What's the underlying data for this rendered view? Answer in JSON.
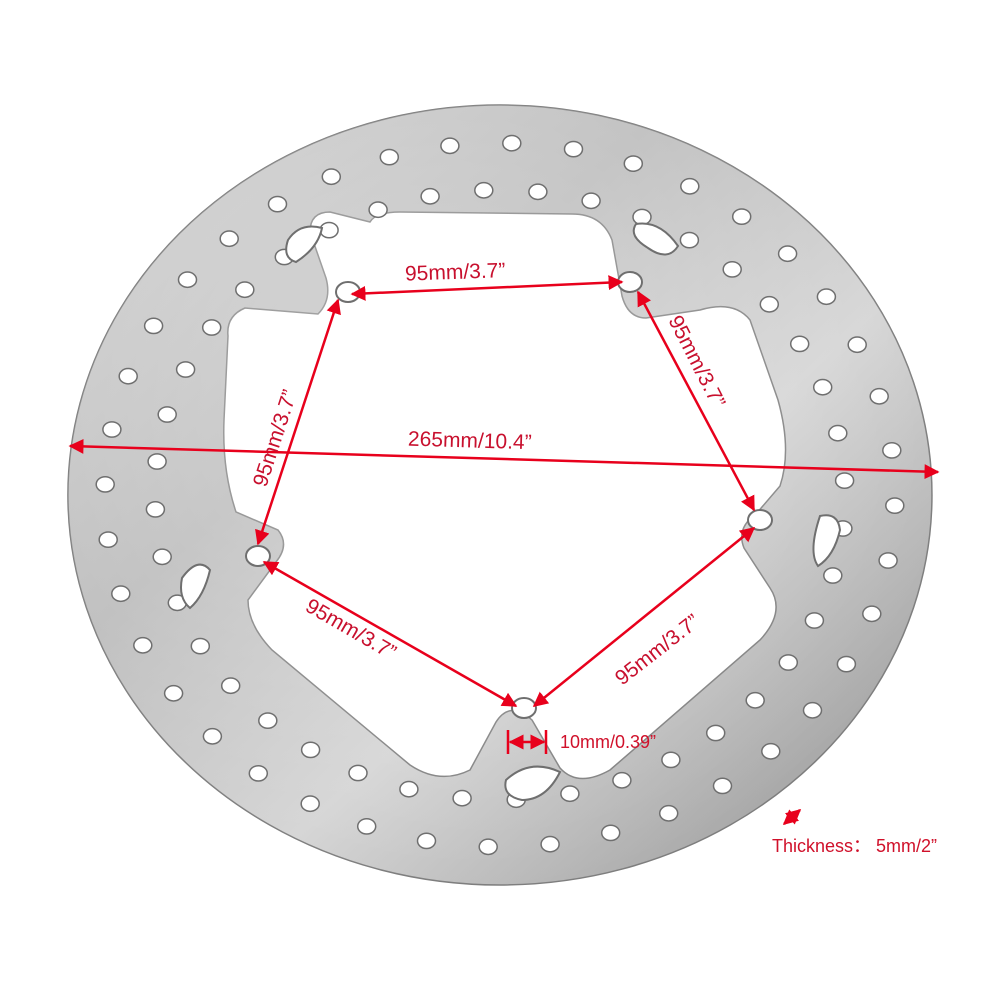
{
  "labels": {
    "pcd_top": "95mm/3.7”",
    "pcd_right": "95mm/3.7”",
    "pcd_left": "95mm/3.7”",
    "pcd_bottom_left": "95mm/3.7”",
    "pcd_bottom_right": "95mm/3.7”",
    "outer_diameter": "265mm/10.4”",
    "hole_diameter": "10mm/0.39”",
    "thickness": "Thickness： 5mm/2”"
  },
  "colors": {
    "disc_light": "#d6d6d6",
    "disc_dark": "#9a9a9a",
    "annotation_red": "#e8001c",
    "background": "#ffffff"
  }
}
